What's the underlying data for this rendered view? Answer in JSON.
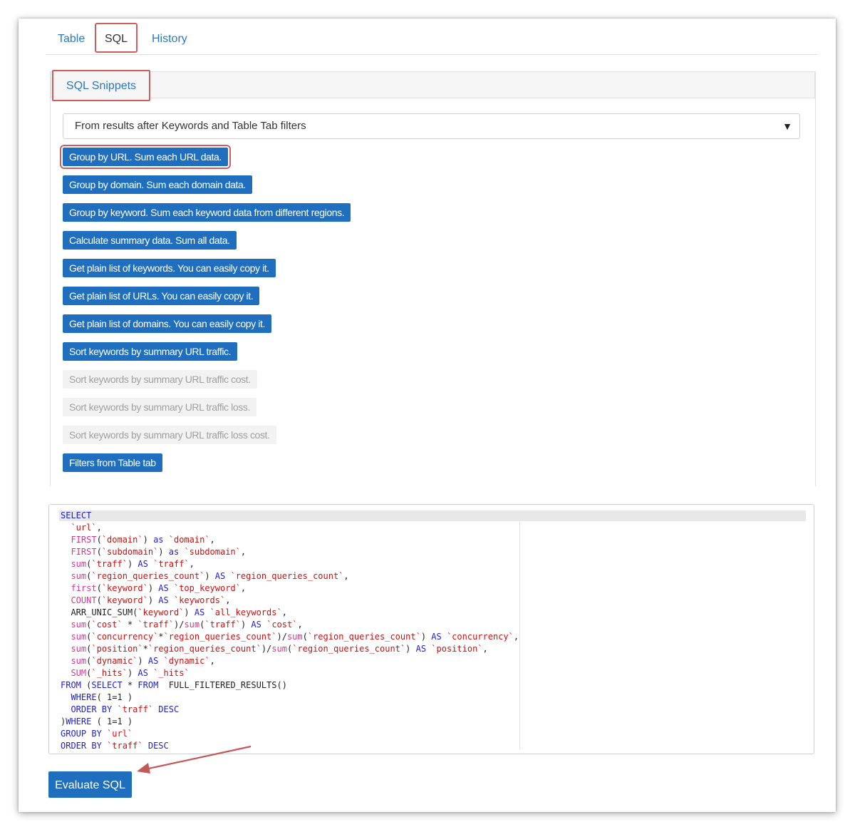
{
  "tabs": [
    {
      "label": "Table"
    },
    {
      "label": "SQL"
    },
    {
      "label": "History"
    }
  ],
  "snippets_panel": {
    "title": "SQL Snippets",
    "select": {
      "value": "From results after Keywords and Table Tab filters"
    },
    "buttons": [
      {
        "label": "Group by URL. Sum each URL data.",
        "enabled": true
      },
      {
        "label": "Group by domain. Sum each domain data.",
        "enabled": true
      },
      {
        "label": "Group by keyword. Sum each keyword data from different regions.",
        "enabled": true
      },
      {
        "label": "Calculate summary data. Sum all data.",
        "enabled": true
      },
      {
        "label": "Get plain list of keywords. You can easily copy it.",
        "enabled": true
      },
      {
        "label": "Get plain list of URLs. You can easily copy it.",
        "enabled": true
      },
      {
        "label": "Get plain list of domains. You can easily copy it.",
        "enabled": true
      },
      {
        "label": "Sort keywords by summary URL traffic.",
        "enabled": true
      },
      {
        "label": "Sort keywords by summary URL traffic cost.",
        "enabled": false
      },
      {
        "label": "Sort keywords by summary URL traffic loss.",
        "enabled": false
      },
      {
        "label": "Sort keywords by summary URL traffic loss cost.",
        "enabled": false
      },
      {
        "label": "Filters from Table tab",
        "enabled": true
      }
    ]
  },
  "editor": {
    "lines": [
      [
        [
          "k",
          "SELECT"
        ]
      ],
      [
        [
          "p",
          "  "
        ],
        [
          "s",
          "`url`"
        ],
        [
          "p",
          ","
        ]
      ],
      [
        [
          "p",
          "  "
        ],
        [
          "f",
          "FIRST"
        ],
        [
          "p",
          "("
        ],
        [
          "s",
          "`domain`"
        ],
        [
          "p",
          ") "
        ],
        [
          "k",
          "as"
        ],
        [
          "p",
          " "
        ],
        [
          "s",
          "`domain`"
        ],
        [
          "p",
          ","
        ]
      ],
      [
        [
          "p",
          "  "
        ],
        [
          "f",
          "FIRST"
        ],
        [
          "p",
          "("
        ],
        [
          "s",
          "`subdomain`"
        ],
        [
          "p",
          ") "
        ],
        [
          "k",
          "as"
        ],
        [
          "p",
          " "
        ],
        [
          "s",
          "`subdomain`"
        ],
        [
          "p",
          ","
        ]
      ],
      [
        [
          "p",
          "  "
        ],
        [
          "f",
          "sum"
        ],
        [
          "p",
          "("
        ],
        [
          "s",
          "`traff`"
        ],
        [
          "p",
          ") "
        ],
        [
          "k",
          "AS"
        ],
        [
          "p",
          " "
        ],
        [
          "s",
          "`traff`"
        ],
        [
          "p",
          ","
        ]
      ],
      [
        [
          "p",
          "  "
        ],
        [
          "f",
          "sum"
        ],
        [
          "p",
          "("
        ],
        [
          "s",
          "`region_queries_count`"
        ],
        [
          "p",
          ") "
        ],
        [
          "k",
          "AS"
        ],
        [
          "p",
          " "
        ],
        [
          "s",
          "`region_queries_count`"
        ],
        [
          "p",
          ","
        ]
      ],
      [
        [
          "p",
          "  "
        ],
        [
          "f",
          "first"
        ],
        [
          "p",
          "("
        ],
        [
          "s",
          "`keyword`"
        ],
        [
          "p",
          ") "
        ],
        [
          "k",
          "AS"
        ],
        [
          "p",
          " "
        ],
        [
          "s",
          "`top_keyword`"
        ],
        [
          "p",
          ","
        ]
      ],
      [
        [
          "p",
          "  "
        ],
        [
          "f",
          "COUNT"
        ],
        [
          "p",
          "("
        ],
        [
          "s",
          "`keyword`"
        ],
        [
          "p",
          ") "
        ],
        [
          "k",
          "AS"
        ],
        [
          "p",
          " "
        ],
        [
          "s",
          "`keywords`"
        ],
        [
          "p",
          ","
        ]
      ],
      [
        [
          "p",
          "  ARR_UNIC_SUM("
        ],
        [
          "s",
          "`keyword`"
        ],
        [
          "p",
          ") "
        ],
        [
          "k",
          "AS"
        ],
        [
          "p",
          " "
        ],
        [
          "s",
          "`all_keywords`"
        ],
        [
          "p",
          ","
        ]
      ],
      [
        [
          "p",
          "  "
        ],
        [
          "f",
          "sum"
        ],
        [
          "p",
          "("
        ],
        [
          "s",
          "`cost`"
        ],
        [
          "p",
          " * "
        ],
        [
          "s",
          "`traff`"
        ],
        [
          "p",
          ")/"
        ],
        [
          "f",
          "sum"
        ],
        [
          "p",
          "("
        ],
        [
          "s",
          "`traff`"
        ],
        [
          "p",
          ") "
        ],
        [
          "k",
          "AS"
        ],
        [
          "p",
          " "
        ],
        [
          "s",
          "`cost`"
        ],
        [
          "p",
          ","
        ]
      ],
      [
        [
          "p",
          "  "
        ],
        [
          "f",
          "sum"
        ],
        [
          "p",
          "("
        ],
        [
          "s",
          "`concurrency`"
        ],
        [
          "p",
          "*"
        ],
        [
          "s",
          "`region_queries_count`"
        ],
        [
          "p",
          ")/"
        ],
        [
          "f",
          "sum"
        ],
        [
          "p",
          "("
        ],
        [
          "s",
          "`region_queries_count`"
        ],
        [
          "p",
          ") "
        ],
        [
          "k",
          "AS"
        ],
        [
          "p",
          " "
        ],
        [
          "s",
          "`concurrency`"
        ],
        [
          "p",
          ","
        ]
      ],
      [
        [
          "p",
          "  "
        ],
        [
          "f",
          "sum"
        ],
        [
          "p",
          "("
        ],
        [
          "s",
          "`position`"
        ],
        [
          "p",
          "*"
        ],
        [
          "s",
          "`region_queries_count`"
        ],
        [
          "p",
          ")/"
        ],
        [
          "f",
          "sum"
        ],
        [
          "p",
          "("
        ],
        [
          "s",
          "`region_queries_count`"
        ],
        [
          "p",
          ") "
        ],
        [
          "k",
          "AS"
        ],
        [
          "p",
          " "
        ],
        [
          "s",
          "`position`"
        ],
        [
          "p",
          ","
        ]
      ],
      [
        [
          "p",
          "  "
        ],
        [
          "f",
          "sum"
        ],
        [
          "p",
          "("
        ],
        [
          "s",
          "`dynamic`"
        ],
        [
          "p",
          ") "
        ],
        [
          "k",
          "AS"
        ],
        [
          "p",
          " "
        ],
        [
          "s",
          "`dynamic`"
        ],
        [
          "p",
          ","
        ]
      ],
      [
        [
          "p",
          "  "
        ],
        [
          "f",
          "SUM"
        ],
        [
          "p",
          "("
        ],
        [
          "s",
          "`_hits`"
        ],
        [
          "p",
          ") "
        ],
        [
          "k",
          "AS"
        ],
        [
          "p",
          " "
        ],
        [
          "s",
          "`_hits`"
        ]
      ],
      [
        [
          "k",
          "FROM"
        ],
        [
          "p",
          " ("
        ],
        [
          "k",
          "SELECT"
        ],
        [
          "p",
          " * "
        ],
        [
          "k",
          "FROM"
        ],
        [
          "p",
          "  FULL_FILTERED_RESULTS()"
        ]
      ],
      [
        [
          "p",
          "  "
        ],
        [
          "k",
          "WHERE"
        ],
        [
          "p",
          "( 1=1 )"
        ]
      ],
      [
        [
          "p",
          "  "
        ],
        [
          "k",
          "ORDER BY"
        ],
        [
          "p",
          " "
        ],
        [
          "s",
          "`traff`"
        ],
        [
          "p",
          " "
        ],
        [
          "k",
          "DESC"
        ]
      ],
      [
        [
          "p",
          ")"
        ],
        [
          "k",
          "WHERE"
        ],
        [
          "p",
          " ( 1=1 )"
        ]
      ],
      [
        [
          "k",
          "GROUP BY"
        ],
        [
          "p",
          " "
        ],
        [
          "s",
          "`url`"
        ]
      ],
      [
        [
          "k",
          "ORDER BY"
        ],
        [
          "p",
          " "
        ],
        [
          "s",
          "`traff`"
        ],
        [
          "p",
          " "
        ],
        [
          "k",
          "DESC"
        ]
      ]
    ]
  },
  "evaluate_button": {
    "label": "Evaluate SQL"
  },
  "colors": {
    "accent": "#1f6fbe",
    "highlight_border": "#c9605f",
    "link": "#2b78c2"
  }
}
